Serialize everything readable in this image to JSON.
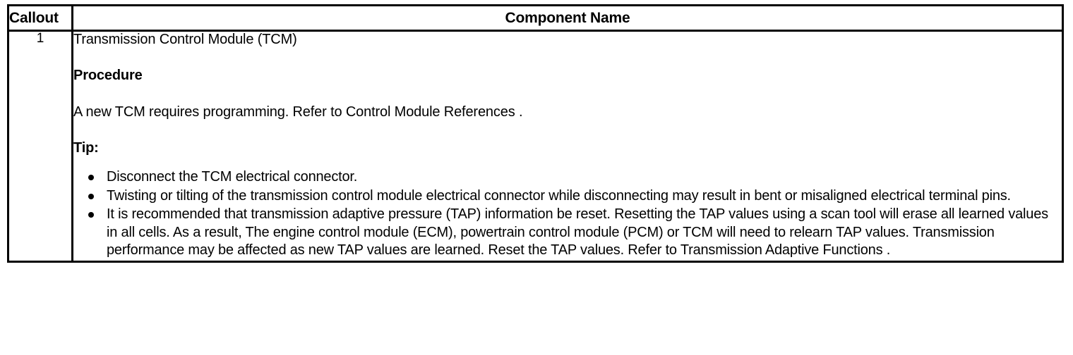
{
  "table": {
    "header": {
      "callout": "Callout",
      "component_name": "Component Name"
    },
    "rows": [
      {
        "callout": "1",
        "title": "Transmission Control Module (TCM)",
        "procedure_heading": "Procedure",
        "procedure_text": "A new TCM requires programming. Refer to Control Module References .",
        "tip_label": "Tip:",
        "tips": [
          "Disconnect the TCM electrical connector.",
          "Twisting or tilting of the transmission control module electrical connector while disconnecting may result in bent or misaligned electrical terminal pins.",
          "It is recommended that transmission adaptive pressure (TAP) information be reset. Resetting the TAP values using a scan tool will erase all learned values in all cells. As a result, The engine control module (ECM), powertrain control module (PCM) or TCM will need to relearn TAP values. Transmission performance may be affected as new TAP values are learned. Reset the TAP values. Refer to Transmission Adaptive Functions ."
        ]
      }
    ]
  },
  "colors": {
    "border": "#000000",
    "text": "#000000",
    "background": "#ffffff"
  }
}
